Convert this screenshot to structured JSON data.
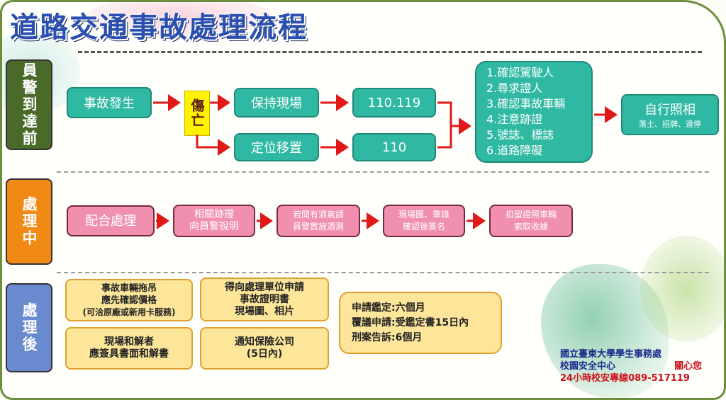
{
  "title": "道路交通事故處理流程",
  "phases": {
    "before": "員警到達前",
    "during": "處理中",
    "after": "處理後"
  },
  "before": {
    "accident": "事故發生",
    "casualty": "傷亡",
    "keep_scene": "保持現場",
    "hotline": "110.119",
    "move": "定位移置",
    "police": "110",
    "checklist": [
      "1.確認駕駛人",
      "2.尋求證人",
      "3.確認事故車輛",
      "4.注意跡證",
      "5.號誌、標誌",
      "6.道路障礙"
    ],
    "photo_title": "自行照相",
    "photo_sub": "落土、招牌、違停"
  },
  "during": {
    "cooperate": "配合處理",
    "evidence": [
      "相關跡證",
      "向員警說明"
    ],
    "alcohol": [
      "若聞有酒氣請",
      "員警實施酒測"
    ],
    "sign": [
      "現場圖、筆錄",
      "確認後簽名"
    ],
    "license": [
      "扣留證照車輛",
      "索取收據"
    ]
  },
  "after": {
    "tow": [
      "事故車輛拖吊",
      "應先確認價格",
      "(可洽原廠或新用卡服務)"
    ],
    "certificate": [
      "得向處理單位申請",
      "事故證明書",
      "現場圖、相片"
    ],
    "settle": [
      "現場和解者",
      "應簽具書面和解書"
    ],
    "insurance": [
      "通知保險公司",
      "(5日內)"
    ],
    "deadlines": [
      "申請鑑定:六個月",
      "覆議申請:受鑑定書15日內",
      "刑案告訴:6個月"
    ]
  },
  "footer": {
    "org": "國立臺東大學學生事務處",
    "center": "校園安全中心",
    "care": "關心您",
    "hotline": "24小時校安專線089-517119"
  },
  "colors": {
    "teal": "#2fb9a3",
    "pink": "#f08fae",
    "yellow": "#fde69a",
    "arrow": "#e01818",
    "phase_before": "#4a6a2a",
    "phase_during": "#f08a14",
    "phase_after": "#6a8ad0"
  }
}
